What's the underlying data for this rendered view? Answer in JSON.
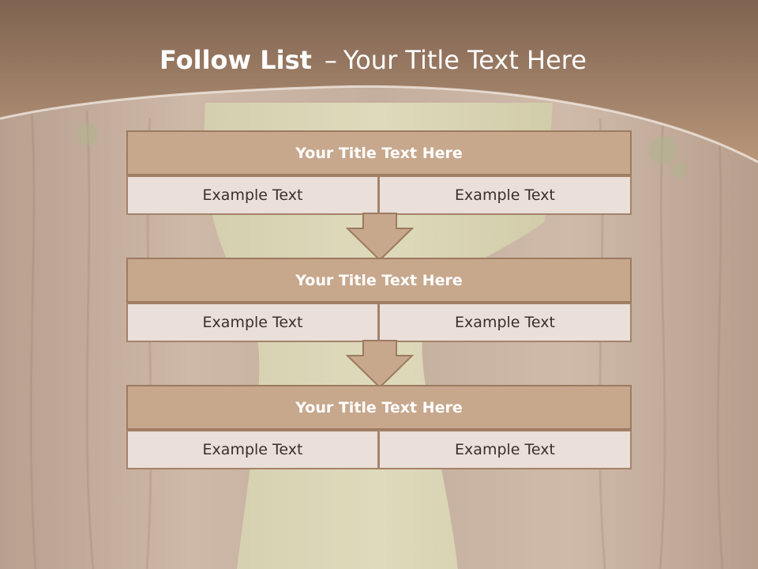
{
  "slide": {
    "title_bold": "Follow List",
    "title_separator": "–",
    "title_rest": "Your Title Text Here"
  },
  "colors": {
    "top_band": "#8a6b52",
    "header_fill": "#c7a88d",
    "cell_fill": "#eadfd9",
    "border": "#9c7b60",
    "text_dark": "#3b2f2a"
  },
  "blocks": [
    {
      "title": "Your Title Text Here",
      "left": "Example Text",
      "right": "Example Text"
    },
    {
      "title": "Your Title Text Here",
      "left": "Example Text",
      "right": "Example Text"
    },
    {
      "title": "Your Title Text Here",
      "left": "Example Text",
      "right": "Example Text"
    }
  ]
}
